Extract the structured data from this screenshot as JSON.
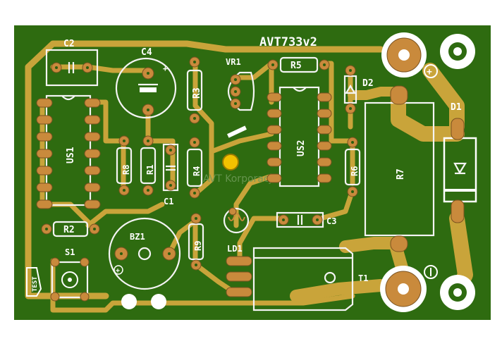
{
  "board": {
    "title": "AVT733v2",
    "watermark": "AVT Korporacja",
    "test_label": "TEST",
    "labels": {
      "C2": "C2",
      "C4": "C4",
      "VR1": "VR1",
      "R5": "R5",
      "D2": "D2",
      "D1": "D1",
      "R3": "R3",
      "US1": "US1",
      "US2": "US2",
      "R8": "R8",
      "R1": "R1",
      "R4": "R4",
      "R6": "R6",
      "R7": "R7",
      "C1": "C1",
      "R2": "R2",
      "BZ1": "BZ1",
      "R9": "R9",
      "C3": "C3",
      "LD1": "LD1",
      "S1": "S1",
      "T1": "T1"
    },
    "colors": {
      "board": "#2e6b10",
      "copper": "#c9a43a",
      "pad": "#c98a3c",
      "silkscreen": "#ffffff"
    }
  }
}
